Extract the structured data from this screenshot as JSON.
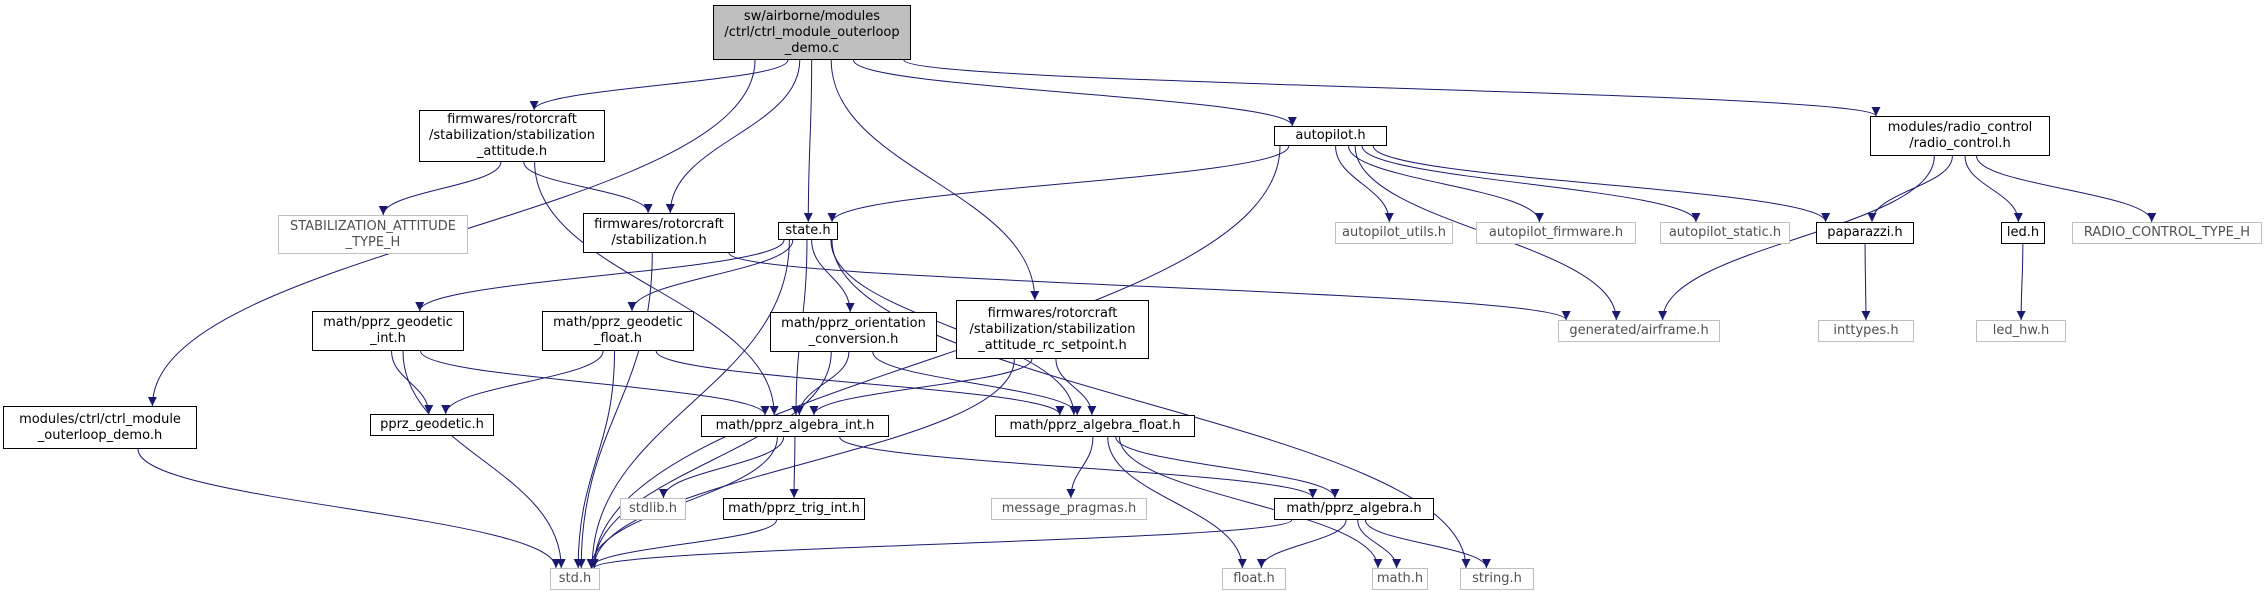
{
  "graph": {
    "title": "",
    "edge_color": "#191970",
    "ext_border_color": "#bfbfbf",
    "root_fill": "#bfbfbf",
    "nodes": {
      "root": {
        "label": "sw/airborne/modules\n/ctrl/ctrl_module_outerloop\n_demo.c",
        "kind": "root"
      },
      "ctrl_h": {
        "label": "modules/ctrl/ctrl_module\n_outerloop_demo.h",
        "kind": "file"
      },
      "stab_att": {
        "label": "firmwares/rotorcraft\n/stabilization/stabilization\n_attitude.h",
        "kind": "file"
      },
      "stab_att_type": {
        "label": "STABILIZATION_ATTITUDE\n_TYPE_H",
        "kind": "ext"
      },
      "stab": {
        "label": "firmwares/rotorcraft\n/stabilization.h",
        "kind": "file"
      },
      "state": {
        "label": "state.h",
        "kind": "file"
      },
      "rc_setpoint": {
        "label": "firmwares/rotorcraft\n/stabilization/stabilization\n_attitude_rc_setpoint.h",
        "kind": "file"
      },
      "autopilot": {
        "label": "autopilot.h",
        "kind": "file"
      },
      "radio": {
        "label": "modules/radio_control\n/radio_control.h",
        "kind": "file"
      },
      "ap_utils": {
        "label": "autopilot_utils.h",
        "kind": "ext"
      },
      "ap_firmware": {
        "label": "autopilot_firmware.h",
        "kind": "ext"
      },
      "ap_static": {
        "label": "autopilot_static.h",
        "kind": "ext"
      },
      "paparazzi": {
        "label": "paparazzi.h",
        "kind": "file"
      },
      "led": {
        "label": "led.h",
        "kind": "file"
      },
      "rc_type": {
        "label": "RADIO_CONTROL_TYPE_H",
        "kind": "ext"
      },
      "geo_int": {
        "label": "math/pprz_geodetic\n_int.h",
        "kind": "file"
      },
      "geo_float": {
        "label": "math/pprz_geodetic\n_float.h",
        "kind": "file"
      },
      "orient": {
        "label": "math/pprz_orientation\n_conversion.h",
        "kind": "file"
      },
      "airframe": {
        "label": "generated/airframe.h",
        "kind": "ext"
      },
      "inttypes": {
        "label": "inttypes.h",
        "kind": "ext"
      },
      "led_hw": {
        "label": "led_hw.h",
        "kind": "ext"
      },
      "geodetic": {
        "label": "pprz_geodetic.h",
        "kind": "file"
      },
      "alg_int": {
        "label": "math/pprz_algebra_int.h",
        "kind": "file"
      },
      "alg_float": {
        "label": "math/pprz_algebra_float.h",
        "kind": "file"
      },
      "stdlib": {
        "label": "stdlib.h",
        "kind": "ext"
      },
      "trig_int": {
        "label": "math/pprz_trig_int.h",
        "kind": "file"
      },
      "msg_pragmas": {
        "label": "message_pragmas.h",
        "kind": "ext"
      },
      "alg": {
        "label": "math/pprz_algebra.h",
        "kind": "file"
      },
      "std": {
        "label": "std.h",
        "kind": "ext"
      },
      "float": {
        "label": "float.h",
        "kind": "ext"
      },
      "math": {
        "label": "math.h",
        "kind": "ext"
      },
      "string": {
        "label": "string.h",
        "kind": "ext"
      }
    },
    "edges": [
      [
        "root",
        "ctrl_h"
      ],
      [
        "root",
        "stab_att"
      ],
      [
        "root",
        "stab"
      ],
      [
        "root",
        "state"
      ],
      [
        "root",
        "rc_setpoint"
      ],
      [
        "root",
        "autopilot"
      ],
      [
        "root",
        "radio"
      ],
      [
        "ctrl_h",
        "std"
      ],
      [
        "stab_att",
        "stab_att_type"
      ],
      [
        "stab_att",
        "stab"
      ],
      [
        "stab_att",
        "alg_int"
      ],
      [
        "stab",
        "std"
      ],
      [
        "stab",
        "airframe"
      ],
      [
        "state",
        "std"
      ],
      [
        "state",
        "geo_int"
      ],
      [
        "state",
        "geo_float"
      ],
      [
        "state",
        "orient"
      ],
      [
        "state",
        "alg_int"
      ],
      [
        "state",
        "alg_float"
      ],
      [
        "state",
        "string"
      ],
      [
        "rc_setpoint",
        "std"
      ],
      [
        "rc_setpoint",
        "alg_int"
      ],
      [
        "rc_setpoint",
        "alg_float"
      ],
      [
        "autopilot",
        "state"
      ],
      [
        "autopilot",
        "ap_utils"
      ],
      [
        "autopilot",
        "ap_firmware"
      ],
      [
        "autopilot",
        "ap_static"
      ],
      [
        "autopilot",
        "paparazzi"
      ],
      [
        "autopilot",
        "airframe"
      ],
      [
        "autopilot",
        "std"
      ],
      [
        "radio",
        "paparazzi"
      ],
      [
        "radio",
        "led"
      ],
      [
        "radio",
        "rc_type"
      ],
      [
        "radio",
        "airframe"
      ],
      [
        "paparazzi",
        "inttypes"
      ],
      [
        "led",
        "led_hw"
      ],
      [
        "geo_int",
        "geodetic"
      ],
      [
        "geo_int",
        "alg_int"
      ],
      [
        "geo_int",
        "std"
      ],
      [
        "geo_float",
        "geodetic"
      ],
      [
        "geo_float",
        "alg_float"
      ],
      [
        "geo_float",
        "std"
      ],
      [
        "orient",
        "alg_int"
      ],
      [
        "orient",
        "alg_float"
      ],
      [
        "orient",
        "std"
      ],
      [
        "alg_int",
        "stdlib"
      ],
      [
        "alg_int",
        "trig_int"
      ],
      [
        "alg_int",
        "alg"
      ],
      [
        "alg_int",
        "std"
      ],
      [
        "alg_float",
        "msg_pragmas"
      ],
      [
        "alg_float",
        "alg"
      ],
      [
        "alg_float",
        "float"
      ],
      [
        "alg_float",
        "math"
      ],
      [
        "trig_int",
        "std"
      ],
      [
        "alg",
        "std"
      ],
      [
        "alg",
        "float"
      ],
      [
        "alg",
        "math"
      ],
      [
        "alg",
        "string"
      ]
    ]
  }
}
